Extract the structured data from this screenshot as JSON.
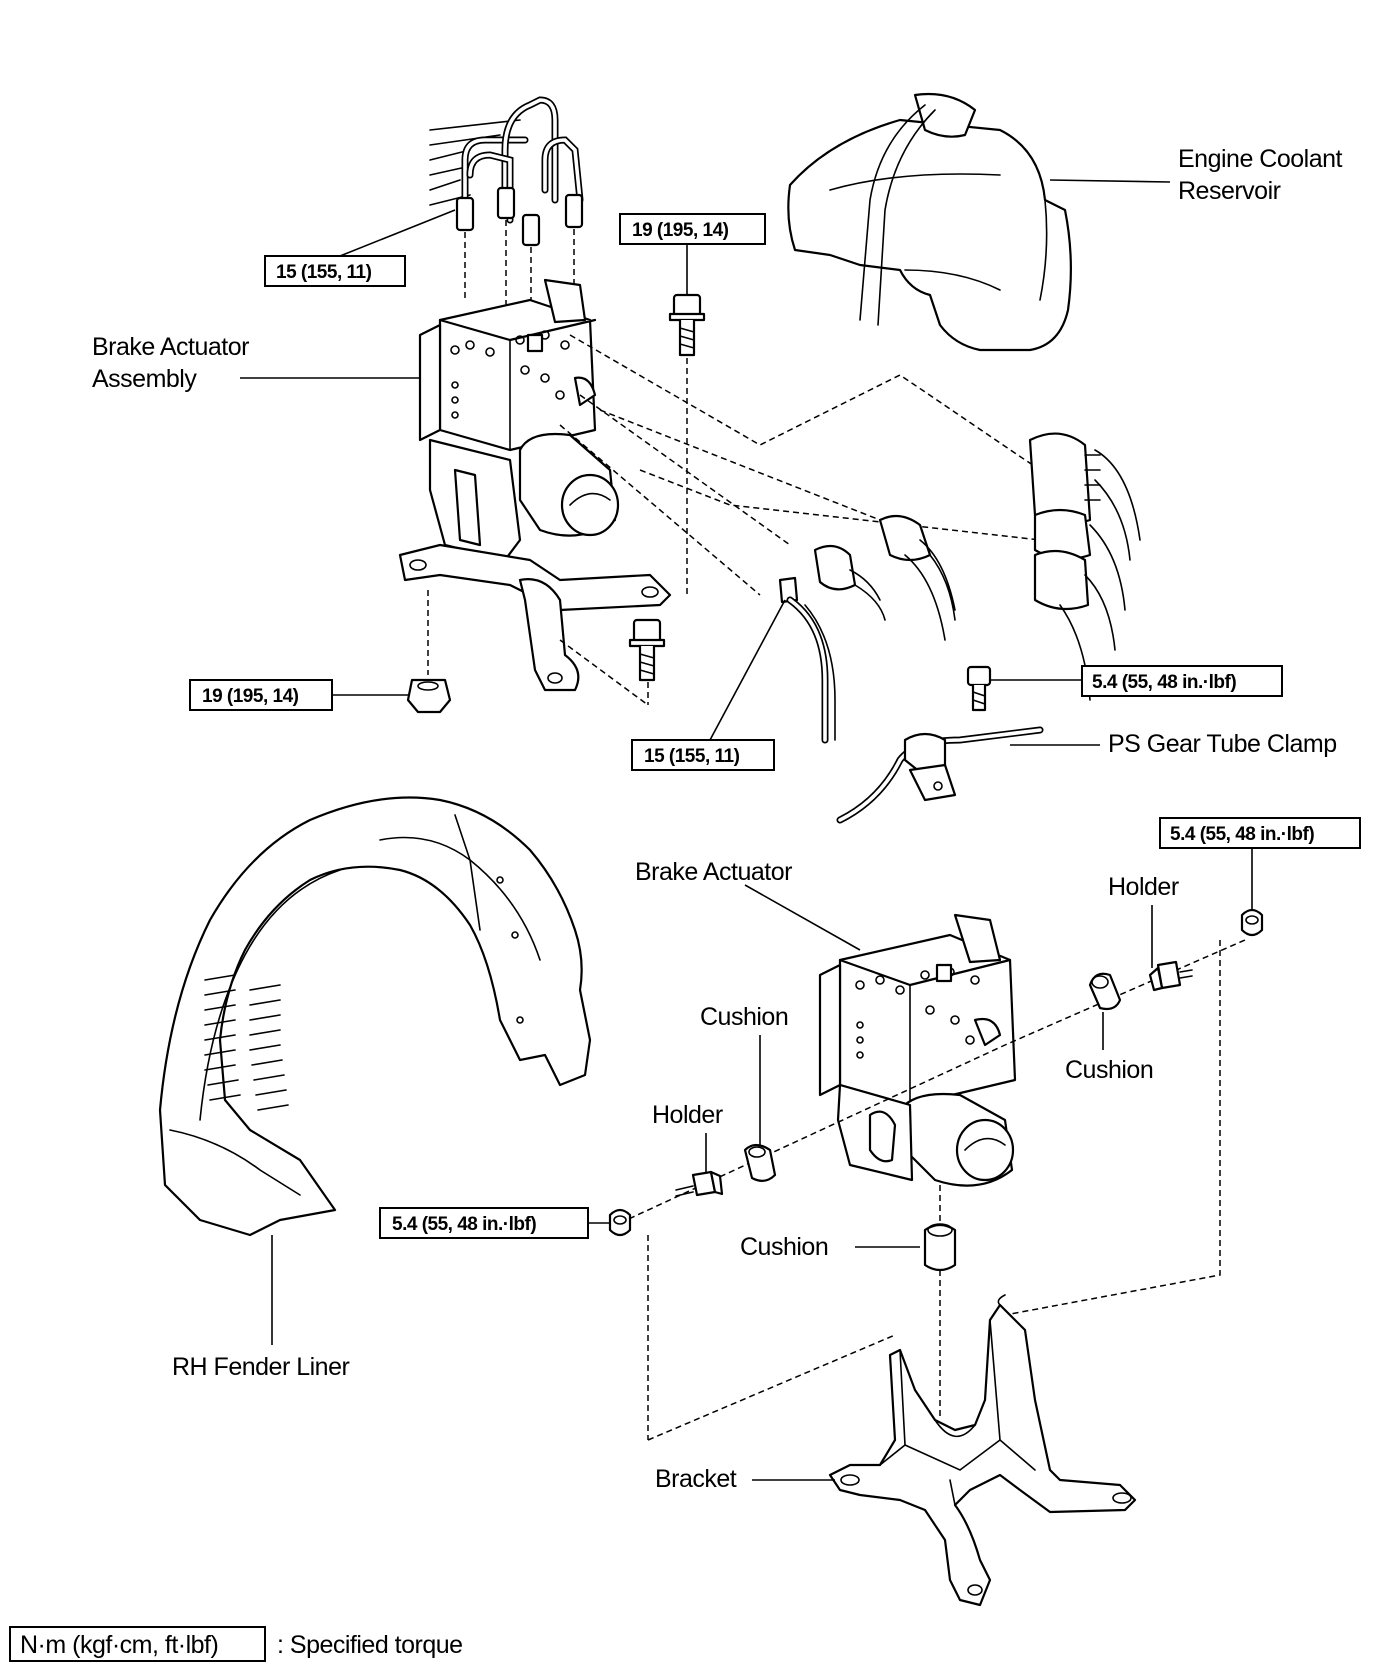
{
  "labels": {
    "engine_coolant_reservoir_1": "Engine Coolant",
    "engine_coolant_reservoir_2": "Reservoir",
    "brake_actuator_assembly_1": "Brake Actuator",
    "brake_actuator_assembly_2": "Assembly",
    "ps_gear_tube_clamp": "PS Gear Tube Clamp",
    "brake_actuator": "Brake Actuator",
    "holder_right": "Holder",
    "holder_left": "Holder",
    "cushion_left": "Cushion",
    "cushion_right": "Cushion",
    "cushion_bottom": "Cushion",
    "rh_fender_liner": "RH Fender Liner",
    "bracket": "Bracket"
  },
  "torques": {
    "brake_lines_upper": "15 (155, 11)",
    "bolt_upper": "19 (195, 14)",
    "nut_lower_left": "19 (195, 14)",
    "brake_line_lower": "15 (155, 11)",
    "clamp_bolt": "5.4 (55, 48 in.·lbf)",
    "nut_right": "5.4 (55, 48 in.·lbf)",
    "nut_left": "5.4 (55, 48 in.·lbf)"
  },
  "legend": {
    "unit_box": "N·m (kgf·cm, ft·lbf)",
    "description": ": Specified torque"
  }
}
